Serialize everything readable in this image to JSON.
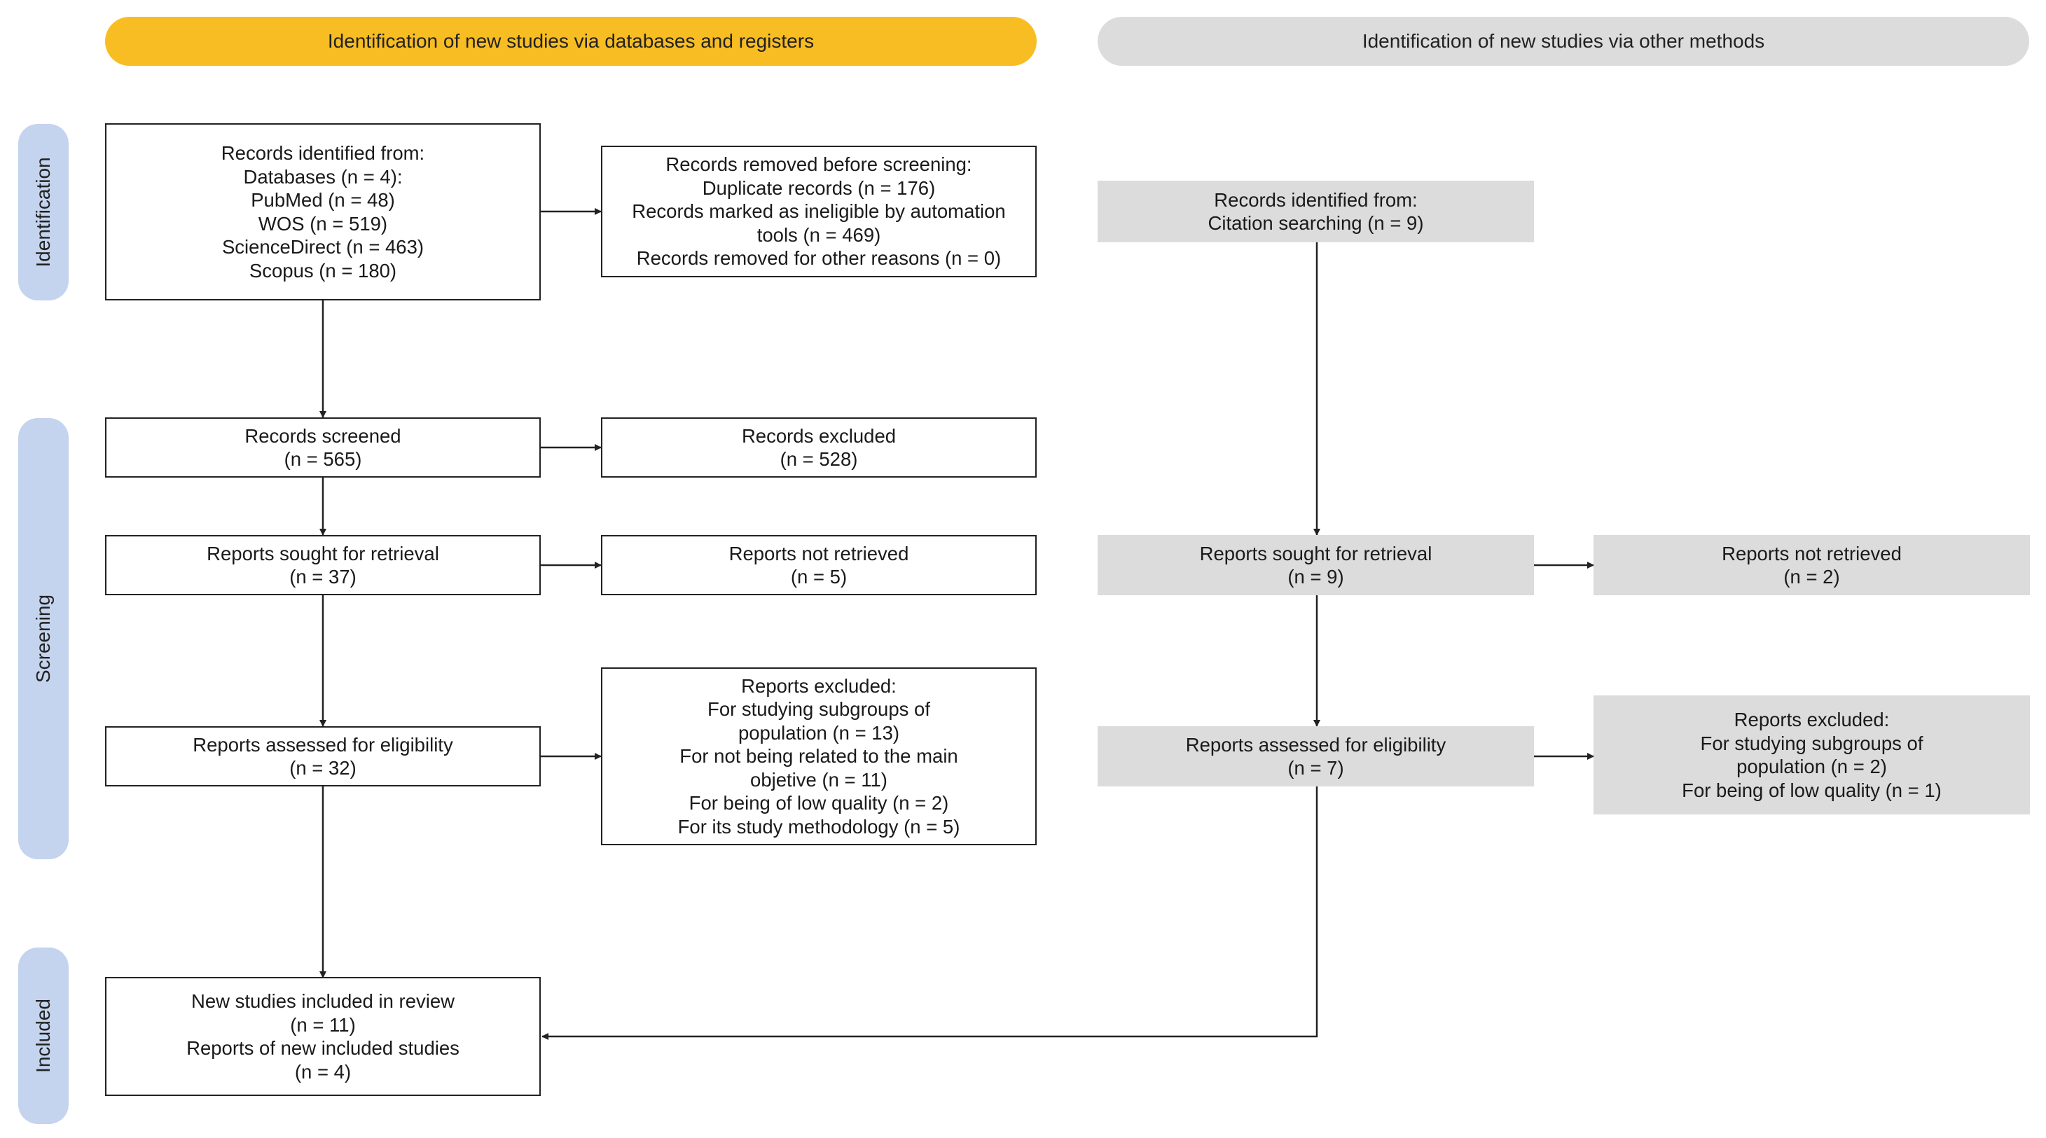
{
  "headers": {
    "databases": "Identification of new studies via databases and registers",
    "other": "Identification of new studies via other methods"
  },
  "stages": {
    "identification": "Identification",
    "screening": "Screening",
    "included": "Included"
  },
  "db": {
    "identified": [
      "Records identified from:",
      "Databases (n = 4):",
      "PubMed (n = 48)",
      "WOS (n = 519)",
      "ScienceDirect (n = 463)",
      "Scopus (n = 180)"
    ],
    "removed": [
      "Records removed before screening:",
      "Duplicate records (n = 176)",
      "Records marked as ineligible by automation",
      "tools (n = 469)",
      "Records removed for other reasons (n = 0)"
    ],
    "screened": [
      "Records screened",
      "(n = 565)"
    ],
    "excluded": [
      "Records excluded",
      "(n = 528)"
    ],
    "sought": [
      "Reports sought for retrieval",
      "(n = 37)"
    ],
    "not_retrieved": [
      "Reports not retrieved",
      "(n = 5)"
    ],
    "assessed": [
      "Reports assessed for eligibility",
      "(n = 32)"
    ],
    "reports_excluded": [
      "Reports excluded:",
      "For studying subgroups of",
      "population (n = 13)",
      "For not being related to the main",
      "objetive (n = 11)",
      "For being of low quality (n = 2)",
      "For its study methodology (n = 5)"
    ],
    "included": [
      "New studies included in review",
      "(n = 11)",
      "Reports of new included studies",
      "(n = 4)"
    ]
  },
  "other": {
    "identified": [
      "Records identified from:",
      "Citation searching (n = 9)"
    ],
    "sought": [
      "Reports sought for retrieval",
      "(n = 9)"
    ],
    "not_retrieved": [
      "Reports not retrieved",
      "(n = 2)"
    ],
    "assessed": [
      "Reports assessed for eligibility",
      "(n = 7)"
    ],
    "reports_excluded": [
      "Reports excluded:",
      "For studying subgroups of",
      "population (n = 2)",
      "For being of low quality (n = 1)"
    ]
  },
  "colors": {
    "header_databases": "#f8bd22",
    "header_other": "#dcdcdc",
    "stage_label": "#c4d4ee",
    "other_boxes": "#dcdcdc"
  }
}
